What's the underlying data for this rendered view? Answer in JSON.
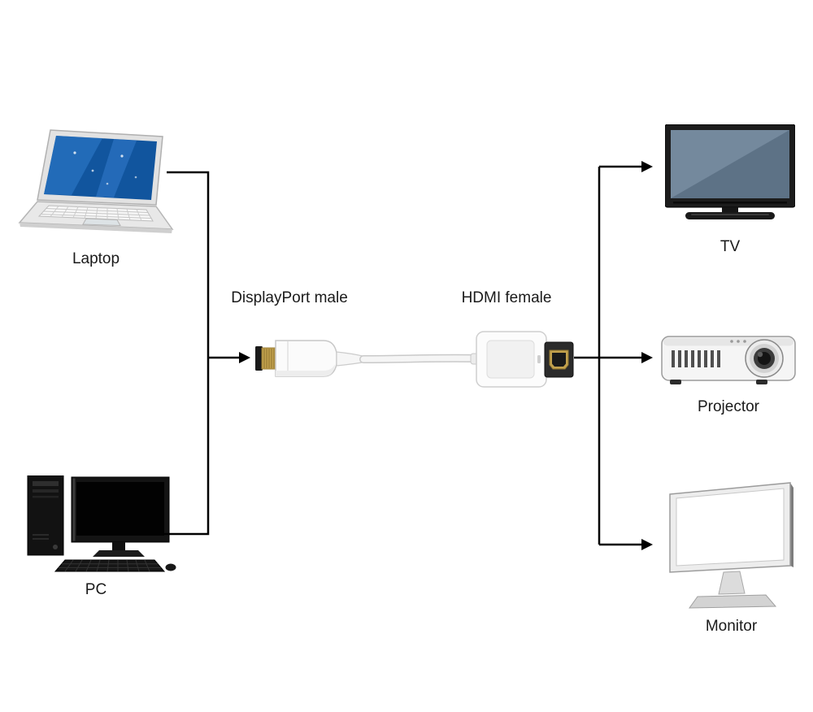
{
  "sources": [
    {
      "id": "laptop",
      "label": "Laptop"
    },
    {
      "id": "pc",
      "label": "PC"
    }
  ],
  "adapter": {
    "left_label": "DisplayPort male",
    "right_label": "HDMI female"
  },
  "displays": [
    {
      "id": "tv",
      "label": "TV"
    },
    {
      "id": "projector",
      "label": "Projector"
    },
    {
      "id": "monitor",
      "label": "Monitor"
    }
  ],
  "colors": {
    "background": "#ffffff",
    "line": "#000000",
    "label_text": "#1a1a1a",
    "laptop_screen_blue": "#11559e",
    "adapter_white": "#fbfbfb",
    "connector_gold": "#c2a14d",
    "device_black": "#141414"
  }
}
